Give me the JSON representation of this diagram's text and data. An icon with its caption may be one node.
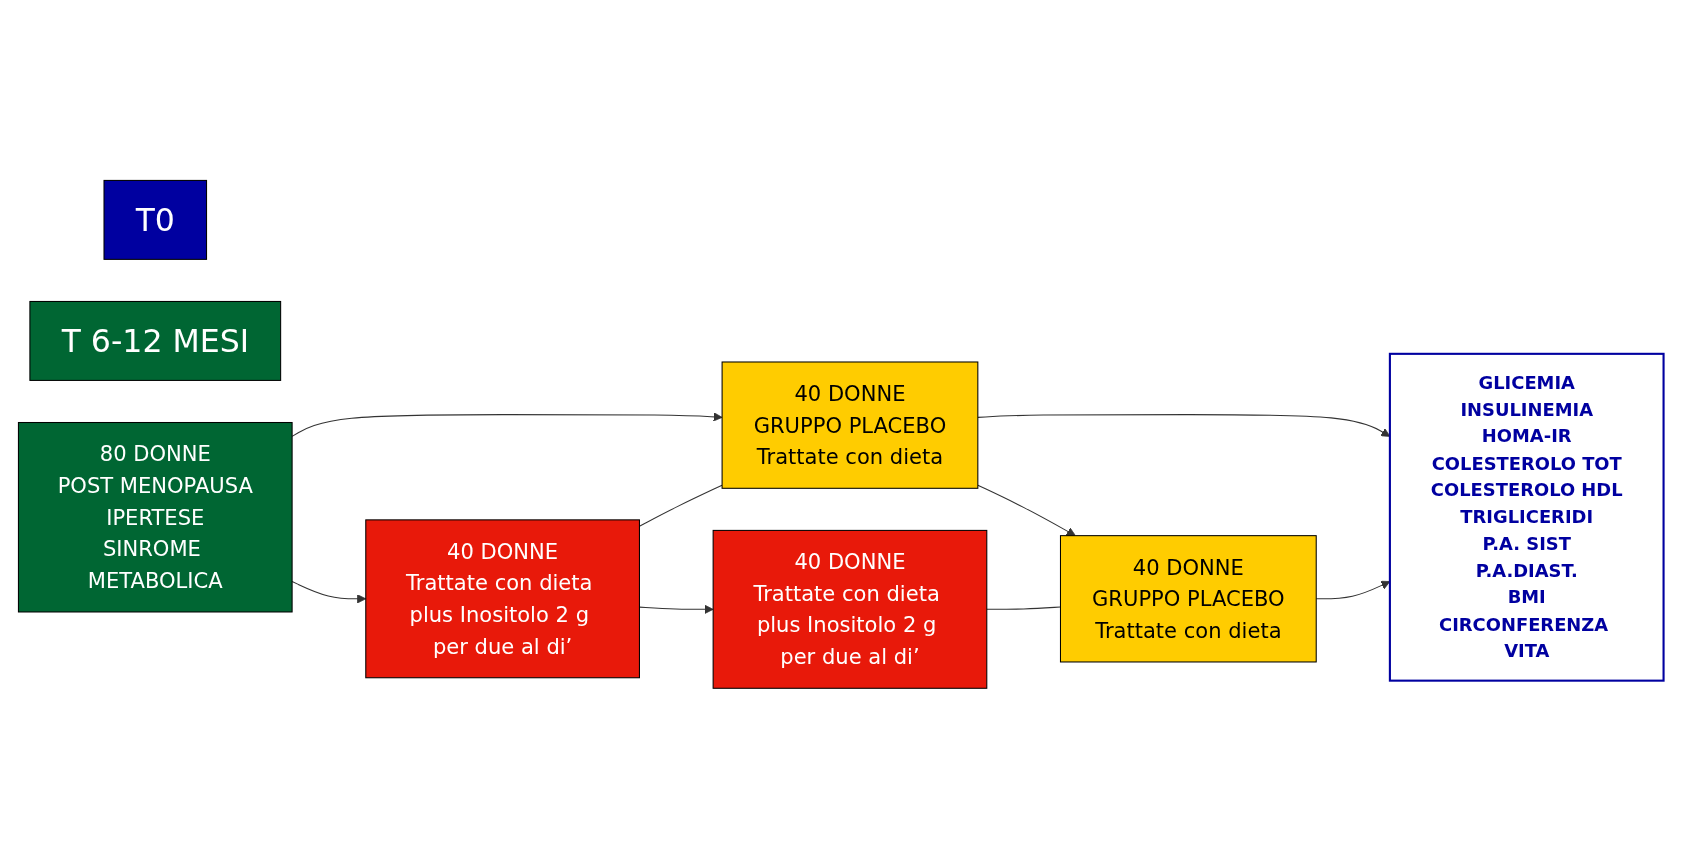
{
  "diagram": {
    "nodes": [
      {
        "text": [
          "T0"
        ]
      },
      {
        "text": [
          "T 6-12 MESI"
        ]
      },
      {
        "text": [
          "80 DONNE",
          "POST MENOPAUSA",
          "IPERTESE",
          "SINROME METABOLICA"
        ]
      },
      {
        "text": [
          "40 DONNE",
          "Trattate con dieta plus Inositolo 2 g per due al di’"
        ]
      },
      {
        "text": [
          "40 DONNE",
          "Trattate con dieta plus Inositolo 2 g per due al di’"
        ]
      },
      {
        "text": [
          "40 DONNE",
          "GRUPPO PLACEBO",
          "Trattate con dieta"
        ]
      },
      {
        "text": [
          "40 DONNE",
          "GRUPPO PLACEBO",
          "Trattate con dieta"
        ]
      },
      {
        "text": [
          "GLICEMIA",
          "INSULINEMIA",
          "HOMA-IR",
          "COLESTEROLO TOT",
          "COLESTEROLO HDL",
          "TRIGLICERIDI",
          "P.A. SIST",
          "P.A.DIAST.",
          "BMI",
          "CIRCONFERENZA VITA"
        ]
      }
    ],
    "edges": [
      {
        "from": 2,
        "to": 3,
        "arrow": "to"
      },
      {
        "from": 2,
        "to": 5,
        "arrow": "to"
      },
      {
        "from": 3,
        "to": 4,
        "arrow": "to"
      },
      {
        "from": 3,
        "to": 5,
        "arrow": "none"
      },
      {
        "from": 5,
        "to": 6,
        "arrow": "to"
      },
      {
        "from": 4,
        "to": 6,
        "arrow": "none"
      },
      {
        "from": 5,
        "to": 7,
        "arrow": "to"
      },
      {
        "from": 6,
        "to": 7,
        "arrow": "to"
      }
    ]
  }
}
